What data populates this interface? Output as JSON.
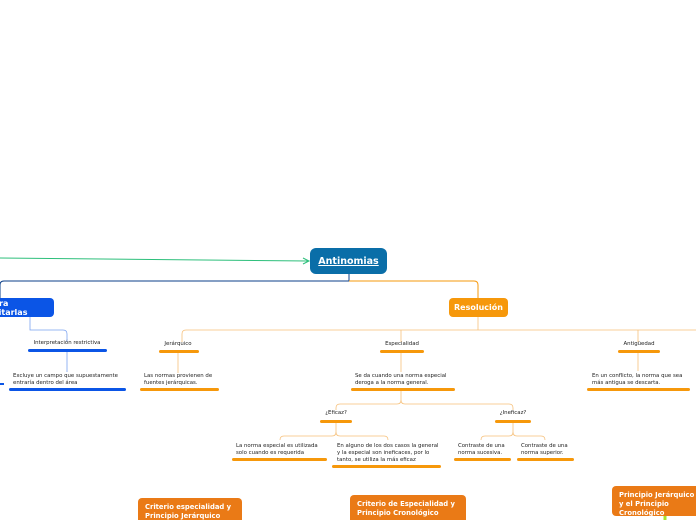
{
  "root": {
    "label": "Antinomias"
  },
  "left_branch": {
    "label": "Para evitarlas",
    "topic": "Interpretación restrictiva",
    "leaf": "Excluye un campo que supuestamente entraría dentro del área"
  },
  "right_branch": {
    "label": "Resolución",
    "jerarquico": {
      "label": "Jerárquico",
      "leaf": "Las normas provienen de fuentes jerárquicas."
    },
    "especialidad": {
      "label": "Especialidad",
      "leaf": "Se da cuando una norma especial deroga a la norma general.",
      "eficaz": {
        "label": "¿Eficaz?",
        "leaf_a": "La norma especial es utilizada solo cuando es requerida",
        "leaf_b": "En alguno de los dos casos la general y la especial son ineficaces, por lo tanto, se utiliza la más eficaz"
      },
      "ineficaz": {
        "label": "¿Ineficaz?",
        "leaf_a": "Contraste de una norma sucesiva.",
        "leaf_b": "Contraste de una norma superior."
      }
    },
    "antiguedad": {
      "label": "Antigüedad",
      "leaf": "En un conflicto, la norma que sea más antigua se descarta."
    }
  },
  "bottom_nodes": [
    "Criterio especialidad y Principio Jerárquico",
    "Criterio de Especialidad y Principio Cronológico",
    "Principio Jerárquico y el Principio Cronológico"
  ],
  "colors": {
    "root": "#0a6ea8",
    "blue": "#0b55e6",
    "orange": "#f6980b",
    "green_link": "#2dbf7b",
    "node_orange": "#ea7a16"
  }
}
